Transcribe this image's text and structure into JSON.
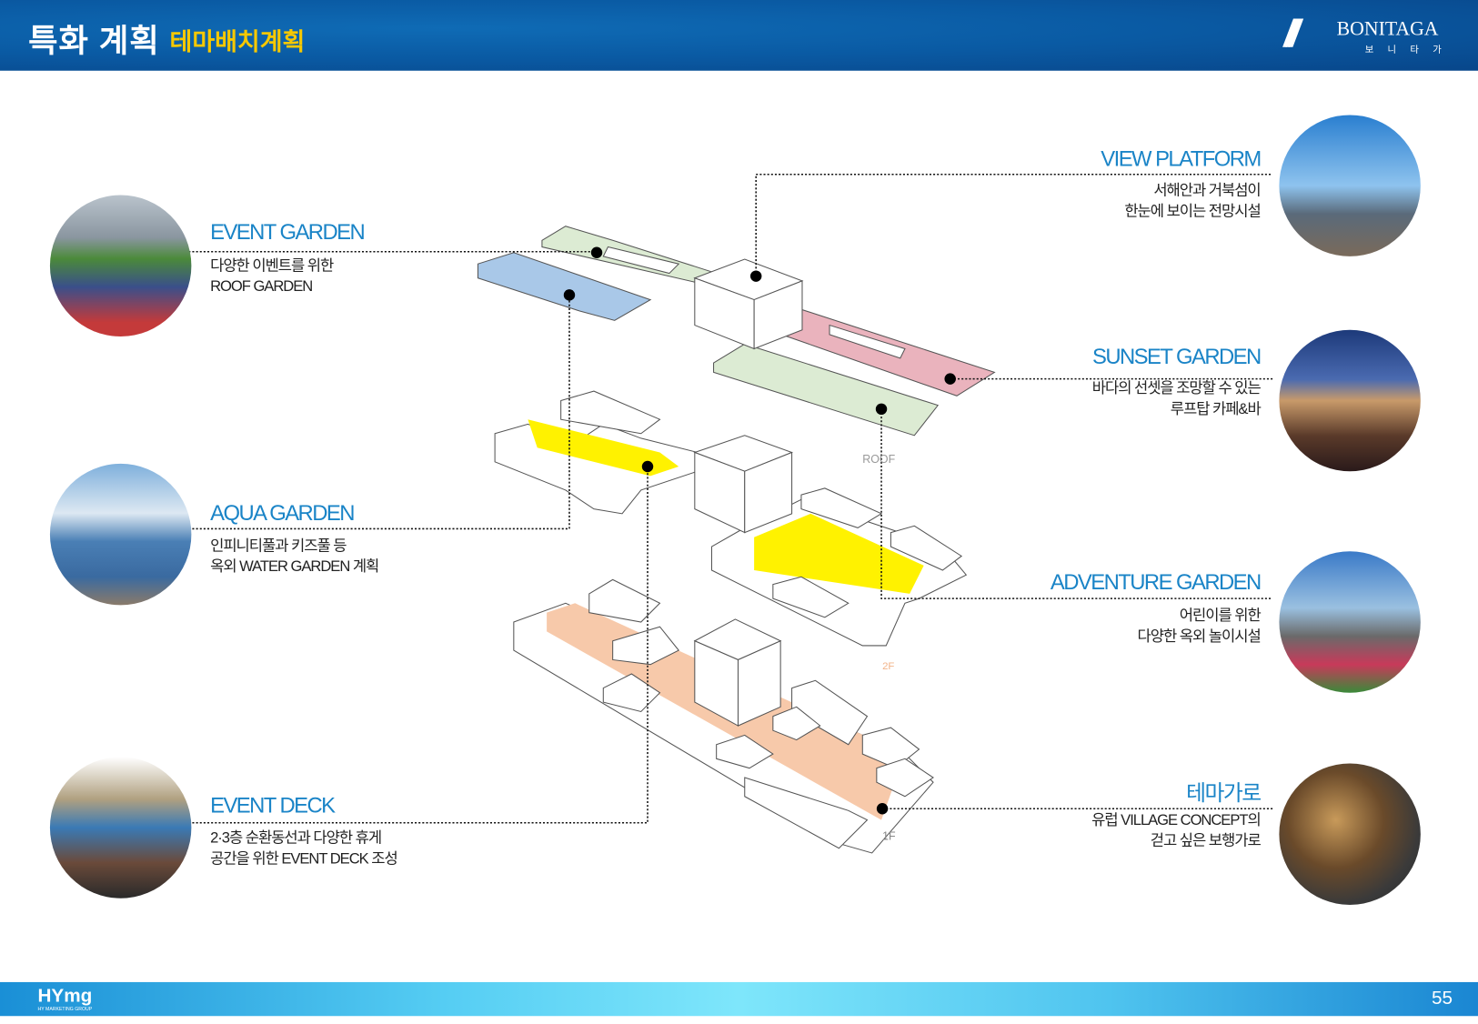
{
  "header": {
    "title": "특화 계획",
    "subtitle": "테마배치계획",
    "brand": "BONITAGA",
    "brand_kr": "보 니 타 가"
  },
  "footer": {
    "logo": "HYmg",
    "logo_sub": "HY MARKETING GROUP",
    "page": "55"
  },
  "left": [
    {
      "title": "EVENT GARDEN",
      "lines": [
        "다양한 이벤트를 위한",
        "ROOF GARDEN"
      ]
    },
    {
      "title": "AQUA GARDEN",
      "lines": [
        "인피니티풀과 키즈풀 등",
        "옥외 WATER GARDEN 계획"
      ]
    },
    {
      "title": "EVENT DECK",
      "lines": [
        "2·3층 순환동선과 다양한 휴게",
        "공간을 위한 EVENT DECK 조성"
      ]
    }
  ],
  "right": [
    {
      "title": "VIEW PLATFORM",
      "lines": [
        "서해안과 거북섬이",
        "한눈에 보이는 전망시설"
      ]
    },
    {
      "title": "SUNSET GARDEN",
      "lines": [
        "바다의 선셋을 조망할 수 있는",
        "루프탑 카페&바"
      ]
    },
    {
      "title": "ADVENTURE GARDEN",
      "lines": [
        "어린이를 위한",
        "다양한 옥외 놀이시설"
      ]
    },
    {
      "title": "테마가로",
      "lines": [
        "유럽 VILLAGE CONCEPT의",
        "걷고 싶은 보행가로"
      ]
    }
  ],
  "floors": {
    "roof": "ROOF",
    "second": "2F",
    "first": "1F"
  },
  "colors": {
    "accent": "#1a84c7",
    "header": "#0a5aa3",
    "yellow": "#f6c800",
    "pink": "#eab3bd",
    "green": "#dcebd3",
    "blue": "#a9c8e8",
    "peach": "#f7c9aa",
    "play": "#fff200"
  }
}
